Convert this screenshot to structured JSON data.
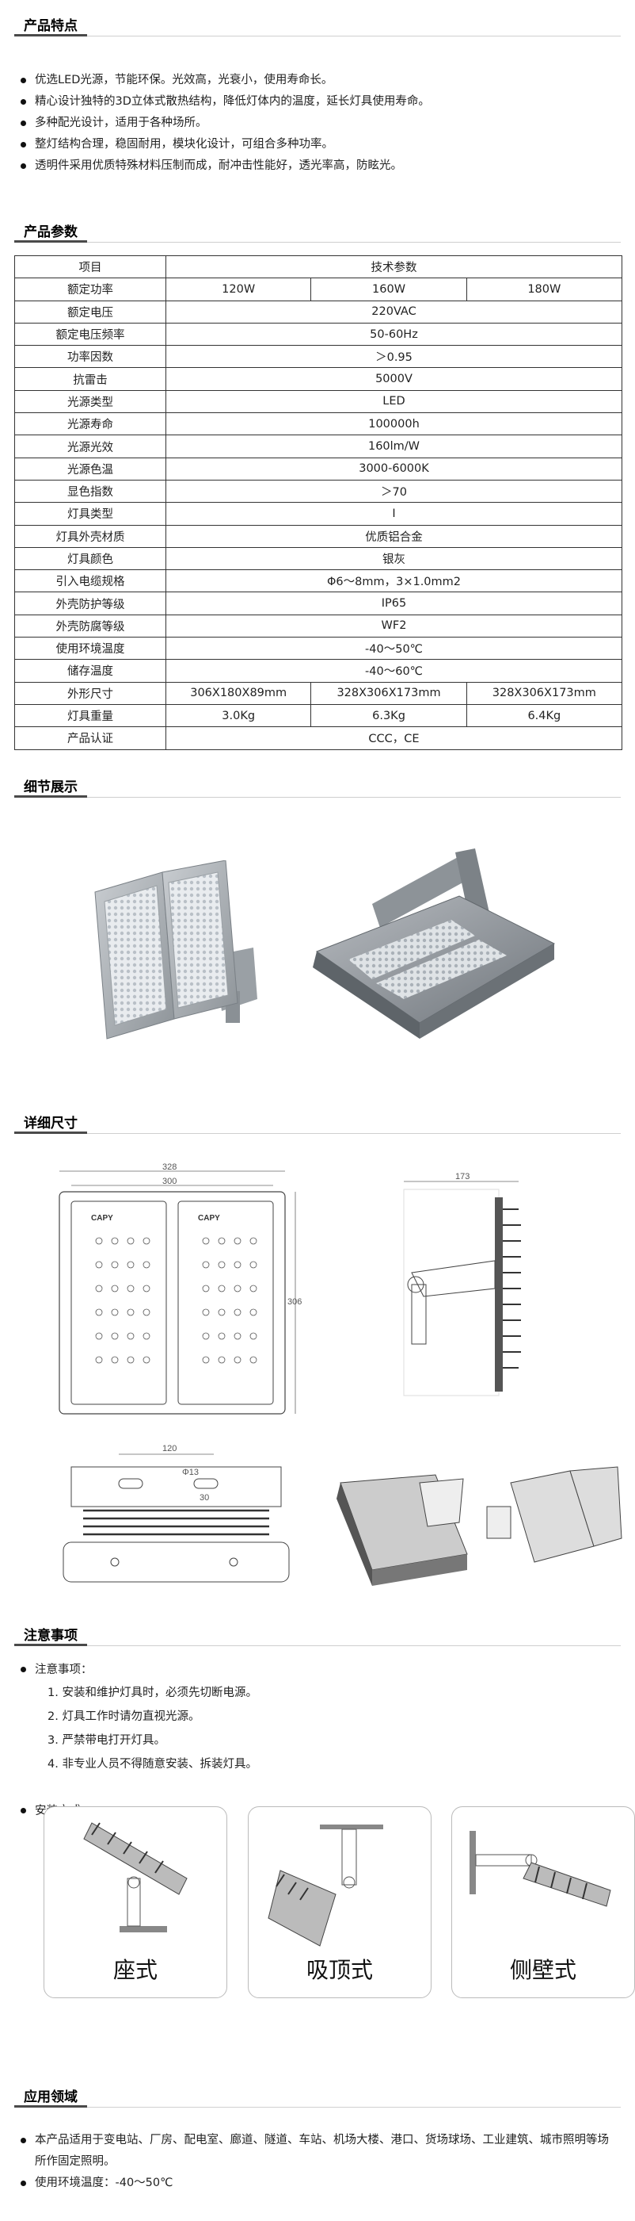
{
  "features": {
    "title": "产品特点",
    "items": [
      "优选LED光源，节能环保。光效高，光衰小，使用寿命长。",
      "精心设计独特的3D立体式散热结构，降低灯体内的温度，延长灯具使用寿命。",
      "多种配光设计，适用于各种场所。",
      "整灯结构合理，稳固耐用，模块化设计，可组合多种功率。",
      "透明件采用优质特殊材料压制而成，耐冲击性能好，透光率高，防眩光。"
    ]
  },
  "params": {
    "title": "产品参数",
    "header_item": "项目",
    "header_value": "技术参数",
    "rated_power_label": "额定功率",
    "powers": [
      "120W",
      "160W",
      "180W"
    ],
    "rows": [
      {
        "k": "额定电压",
        "v": "220VAC"
      },
      {
        "k": "额定电压频率",
        "v": "50-60Hz"
      },
      {
        "k": "功率因数",
        "v": "＞0.95"
      },
      {
        "k": "抗雷击",
        "v": "5000V"
      },
      {
        "k": "光源类型",
        "v": "LED"
      },
      {
        "k": "光源寿命",
        "v": "100000h"
      },
      {
        "k": "光源光效",
        "v": "160lm/W"
      },
      {
        "k": "光源色温",
        "v": "3000-6000K"
      },
      {
        "k": "显色指数",
        "v": "＞70"
      },
      {
        "k": "灯具类型",
        "v": "I"
      },
      {
        "k": "灯具外壳材质",
        "v": "优质铝合金"
      },
      {
        "k": "灯具颜色",
        "v": "银灰"
      },
      {
        "k": "引入电缆规格",
        "v": "Φ6～8mm，3×1.0mm2"
      },
      {
        "k": "外壳防护等级",
        "v": "IP65"
      },
      {
        "k": "外壳防腐等级",
        "v": "WF2"
      },
      {
        "k": "使用环境温度",
        "v": "-40～50℃"
      },
      {
        "k": "储存温度",
        "v": "-40～60℃"
      }
    ],
    "size_label": "外形尺寸",
    "sizes": [
      "306X180X89mm",
      "328X306X173mm",
      "328X306X173mm"
    ],
    "weight_label": "灯具重量",
    "weights": [
      "3.0Kg",
      "6.3Kg",
      "6.4Kg"
    ],
    "cert_label": "产品认证",
    "cert_value": "CCC，CE"
  },
  "details": {
    "title": "细节展示"
  },
  "dimensions": {
    "title": "详细尺寸",
    "w_outer": "328",
    "w_inner": "300",
    "height": "306",
    "depth": "173",
    "bracket_w": "120",
    "hole": "Φ13",
    "slot": "30",
    "brand": "CAPY"
  },
  "notes": {
    "title": "注意事项",
    "heading": "注意事项：",
    "items": [
      "1. 安装和维护灯具时，必须先切断电源。",
      "2. 灯具工作时请勿直视光源。",
      "3. 严禁带电打开灯具。",
      "4. 非专业人员不得随意安装、拆装灯具。"
    ],
    "install_heading": "安装方式："
  },
  "mounts": [
    "座式",
    "吸顶式",
    "侧壁式"
  ],
  "applications": {
    "title": "应用领域",
    "items": [
      "本产品适用于变电站、厂房、配电室、廊道、隧道、车站、机场大楼、港口、货场球场、工业建筑、城市照明等场所作固定照明。",
      "使用环境温度：-40～50℃"
    ]
  },
  "colors": {
    "lamp_gray": "#a9aeb3",
    "lamp_dark": "#6f757b",
    "ink": "#222222"
  }
}
